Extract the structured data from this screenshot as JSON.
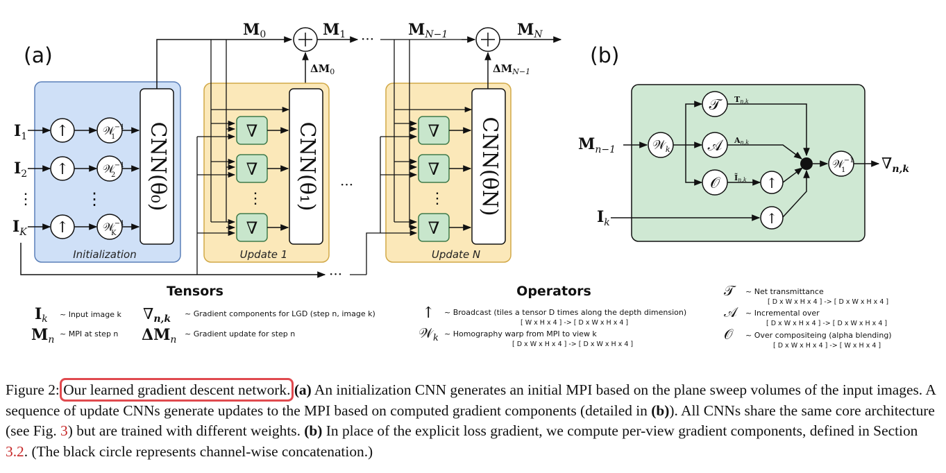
{
  "panel_a": {
    "label": "(a)",
    "m0": "M",
    "m0_sub": "0",
    "m1": "M",
    "m1_sub": "1",
    "mN1": "M",
    "mN1_sub": "N−1",
    "mN": "M",
    "mN_sub": "N",
    "dm0": "ΔM",
    "dm0_sub": "0",
    "dmN1": "ΔM",
    "dmN1_sub": "N−1",
    "ellipsis": "···",
    "inputs": [
      {
        "base": "I",
        "sub": "1"
      },
      {
        "base": "I",
        "sub": "2"
      },
      {
        "base": "I",
        "sub": "K"
      }
    ],
    "vdots": "⋮",
    "up_arrow": "↑",
    "grad": "∇",
    "warps": [
      {
        "base": "𝒲",
        "sub": "1",
        "sup": "−1"
      },
      {
        "base": "𝒲",
        "sub": "2",
        "sup": "−1"
      },
      {
        "base": "𝒲",
        "sub": "K",
        "sup": "−1"
      }
    ],
    "cnn0": "CNN(θ₀)",
    "cnn1": "CNN(θ₁)",
    "cnnN": "CNN(θN)",
    "init_label": "Initialization",
    "update1_label": "Update 1",
    "updateN_label": "Update N"
  },
  "panel_b": {
    "label": "(b)",
    "mn1": "M",
    "mn1_sub": "n−1",
    "ik": "I",
    "ik_sub": "k",
    "wk": "𝒲",
    "wk_sub": "k",
    "T": "𝒯",
    "A": "𝒜",
    "O": "𝒪",
    "tnk": "T",
    "tnk_sub": "n,k",
    "ank": "A",
    "ank_sub": "n,k",
    "onk": "Ĩ",
    "onk_sub": "n,k",
    "winv": "𝒲",
    "winv_sub": "1",
    "winv_sup": "−1",
    "out": "∇",
    "out_sub": "n,k"
  },
  "legend": {
    "tensors_title": "Tensors",
    "operators_title": "Operators",
    "ik_sym": "I",
    "ik_sub": "k",
    "ik_desc": "~ Input image k",
    "mn_sym": "M",
    "mn_sub": "n",
    "mn_desc": "~ MPI at step n",
    "grad_sym": "∇",
    "grad_sub": "n,k",
    "grad_desc": "~ Gradient components for LGD (step n, image k)",
    "dm_sym": "ΔM",
    "dm_sub": "n",
    "dm_desc": "~ Gradient update for step n",
    "bcast_sym": "↑",
    "bcast_desc": "~ Broadcast (tiles a tensor D times along the depth dimension)",
    "bcast_dims": "[ W x H x 4 ] -> [ D x W x H x 4 ]",
    "warp_sym": "𝒲",
    "warp_sub": "k",
    "warp_desc": "~ Homography warp from MPI to view k",
    "warp_dims": "[ D x W x H x 4 ] -> [ D x W x H x 4 ]",
    "t_sym": "𝒯",
    "t_desc": "~ Net transmittance",
    "t_dims": "[ D x W x H x 4 ] -> [ D x W x H x 4 ]",
    "a_sym": "𝒜",
    "a_desc": "~ Incremental over",
    "a_dims": "[ D x W x H x 4 ] -> [ D x W x H x 4 ]",
    "o_sym": "𝒪",
    "o_desc": "~ Over compositeing (alpha blending)",
    "o_dims": "[ D x W x H x 4 ] -> [ W x H x 4 ]"
  },
  "caption": {
    "prefix": "Figure 2: ",
    "boxed": "Our learned gradient descent network.",
    "a_tag": "(a)",
    "part1": " An initialization CNN generates an initial MPI based on the plane sweep volumes of the input images. A sequence of update CNNs generate updates to the MPI based on computed gradient components (detailed in ",
    "b_tag1": "(b)",
    "part2": "). All CNNs share the same core architecture (see Fig. ",
    "ref1": "3",
    "part3": ") but are trained with different weights. ",
    "b_tag2": "(b)",
    "part4": " In place of the explicit loss gradient, we compute per-view gradient components, defined in Section ",
    "ref2": "3.2",
    "part5": ". (The black circle represents channel-wise concatenation.)"
  },
  "colors": {
    "init_fill": "#cfe0f7",
    "init_stroke": "#5a7fb8",
    "update_fill": "#fbe8b9",
    "update_stroke": "#d1a847",
    "grad_fill": "#c8e6cc",
    "grad_stroke": "#3f7a4a",
    "red": "#e04a4f",
    "panel_b_fill": "#cfe8d3"
  }
}
